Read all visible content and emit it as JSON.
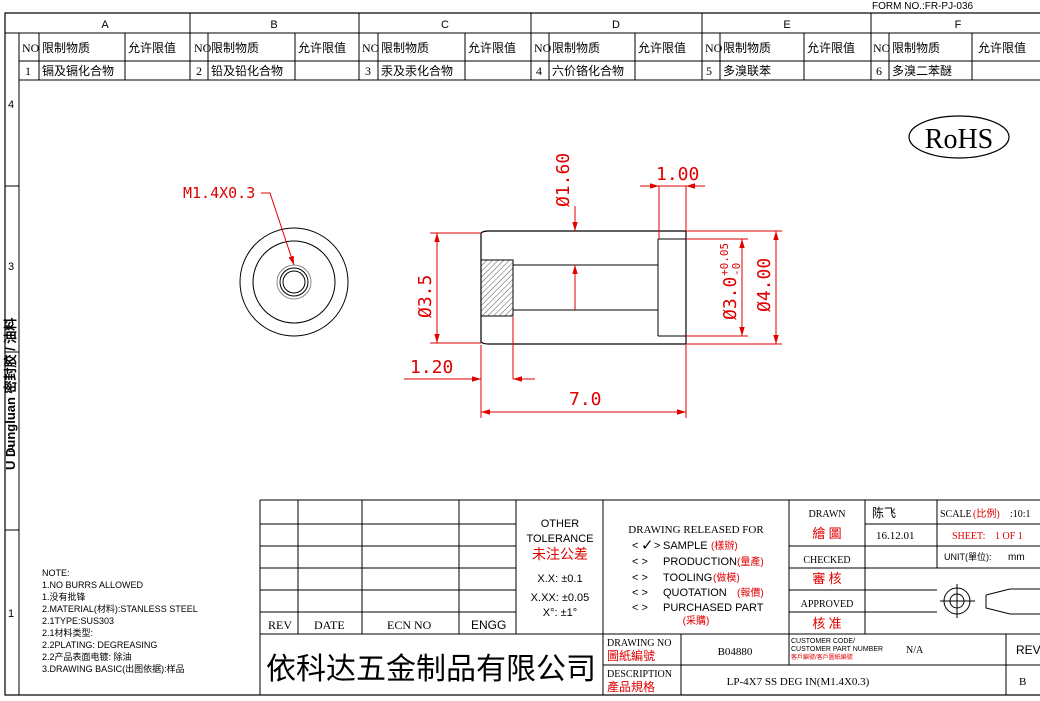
{
  "form_no": "FORM NO.:FR-PJ-036",
  "columns": [
    "A",
    "B",
    "C",
    "D",
    "E",
    "F"
  ],
  "rows": [
    "4",
    "3",
    "2",
    "1"
  ],
  "substance_header": {
    "no": "NO",
    "substance": "限制物质",
    "limit": "允许限值"
  },
  "substances": [
    {
      "no": "1",
      "name": "镉及镉化合物"
    },
    {
      "no": "2",
      "name": "铅及铅化合物"
    },
    {
      "no": "3",
      "name": "汞及汞化合物"
    },
    {
      "no": "4",
      "name": "六价铬化合物"
    },
    {
      "no": "5",
      "name": "多溴联苯"
    },
    {
      "no": "6",
      "name": "多溴二苯醚"
    }
  ],
  "side_text": "U Dungluan 密封胶 / 油料",
  "rohs": "RoHS",
  "dims": {
    "thread": "M1.4X0.3",
    "d160": "Ø1.60",
    "len100": "1.00",
    "d35": "Ø3.5",
    "d30": "Ø3.0",
    "d30_tol_plus": "+0.05",
    "d30_tol_minus": "-0",
    "d400": "Ø4.00",
    "len120": "1.20",
    "len70": "7.0"
  },
  "notes": [
    "NOTE:",
    "1.NO BURRS ALLOWED",
    "1.没有批锋",
    "2.MATERIAL(材料):STANLESS STEEL",
    "2.1TYPE:SUS303",
    "2.1材料类型:",
    "2.2PLATING: DEGREASING",
    "2.2产品表面电镀: 除油",
    "3.DRAWING BASIC(出图依据):样品"
  ],
  "rev_headers": {
    "rev": "REV",
    "date": "DATE",
    "ecn": "ECN NO",
    "engg": "ENGG"
  },
  "tolerance": {
    "title1": "OTHER",
    "title2": "TOLERANCE",
    "title_cn": "未注公差",
    "x": "X.X: ±0.1",
    "xx": "X.XX: ±0.05",
    "deg": "X°: ±1°"
  },
  "release": {
    "title": "DRAWING RELEASED FOR",
    "sample": "SAMPLE",
    "sample_cn": "(樣辦)",
    "production": "PRODUCTION",
    "production_cn": "(量產)",
    "tooling": "TOOLING",
    "tooling_cn": "(做模)",
    "quotation": "QUOTATION",
    "quotation_cn": "(報價)",
    "purchased": "PURCHASED PART",
    "purchased_cn": "(采購)"
  },
  "signoff": {
    "drawn": "DRAWN",
    "drawn_cn": "繪 圖",
    "drawn_by": "陈飞",
    "drawn_date": "16.12.01",
    "checked": "CHECKED",
    "checked_cn": "審 核",
    "approved": "APPROVED",
    "approved_cn": "核 准"
  },
  "scale": {
    "label": "SCALE",
    "label_cn": "(比例)",
    "value": ":10:1"
  },
  "sheet": {
    "label": "SHEET:",
    "value": "1 OF 1"
  },
  "unit": {
    "label": "UNIT(單位):",
    "value": "mm"
  },
  "company": "依科达五金制品有限公司",
  "drawing_no": {
    "label": "DRAWING NO",
    "label_cn": "圖紙編號",
    "value": "B04880"
  },
  "customer_code": {
    "line1": "CUSTOMER CODE/",
    "line2": "CUSTOMER PART NUMBER",
    "line3": "客戶編號/客戶圖紙編號",
    "value": "N/A"
  },
  "rev_box": {
    "label": "REV",
    "value": "B"
  },
  "description": {
    "label": "DESCRIPTION",
    "label_cn": "產品規格",
    "value": "LP-4X7 SS DEG IN(M1.4X0.3)"
  },
  "colors": {
    "line": "#000000",
    "dim": "#e00000",
    "part": "#000000"
  }
}
